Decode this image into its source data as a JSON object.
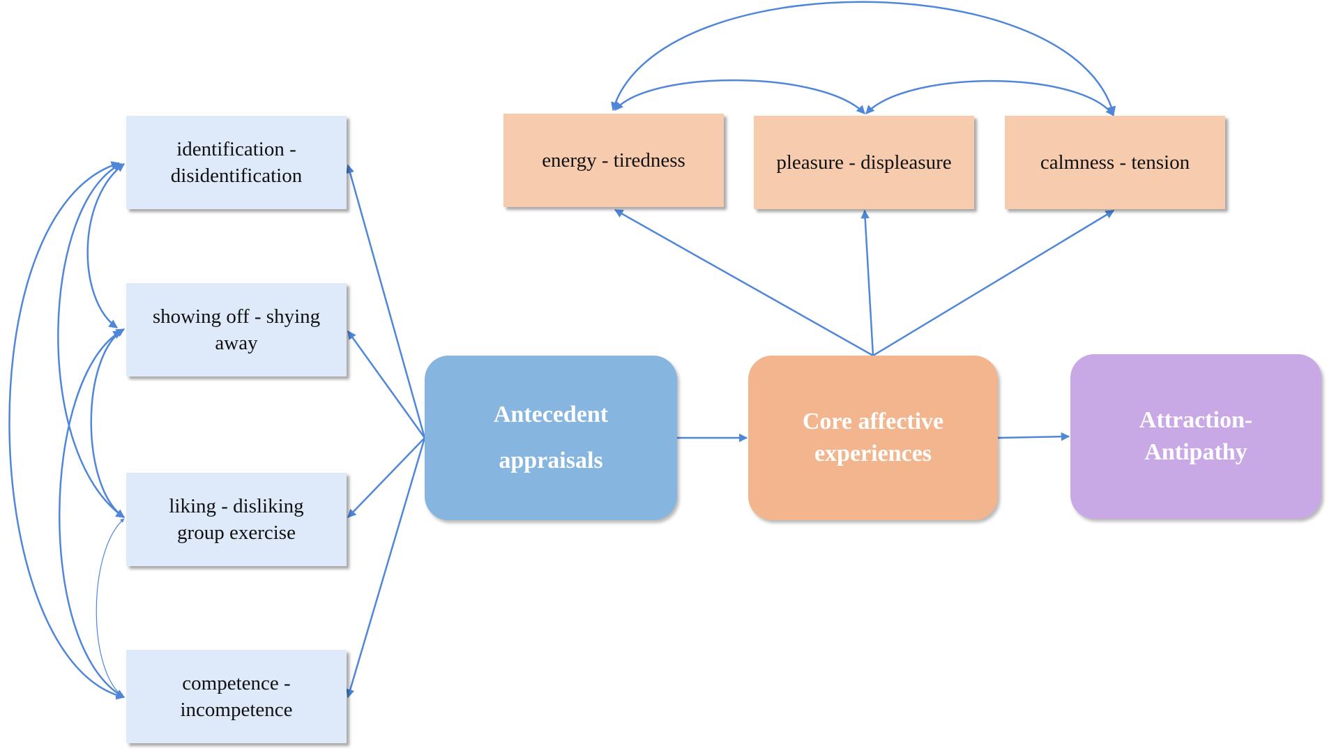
{
  "appraisals": [
    {
      "id": "identification",
      "label": "identification -\ndisidentification"
    },
    {
      "id": "showing-off",
      "label": "showing off -  shying\naway"
    },
    {
      "id": "liking",
      "label": "liking - disliking\ngroup exercise"
    },
    {
      "id": "competence",
      "label": "competence -\nincompetence"
    }
  ],
  "core_dimensions": [
    {
      "id": "energy",
      "label": "energy - tiredness"
    },
    {
      "id": "pleasure",
      "label": "pleasure - displeasure"
    },
    {
      "id": "calmness",
      "label": "calmness -  tension"
    }
  ],
  "hubs": {
    "antecedent": "Antecedent\nappraisals",
    "core": "Core affective\nexperiences",
    "attraction": "Attraction-\nAntipathy"
  },
  "colors": {
    "arrow": "#4f86d8",
    "appraisal_fill": "#dee9f9",
    "core_fill": "#f7ccae",
    "antecedent_fill": "#86b5e0",
    "core_hub_fill": "#f3b58d",
    "attraction_fill": "#c8a9e6"
  },
  "edges": [
    {
      "from": "antecedent",
      "to": "identification"
    },
    {
      "from": "antecedent",
      "to": "showing-off"
    },
    {
      "from": "antecedent",
      "to": "liking"
    },
    {
      "from": "antecedent",
      "to": "competence"
    },
    {
      "from": "antecedent",
      "to": "core"
    },
    {
      "from": "core",
      "to": "attraction"
    },
    {
      "from": "core",
      "to": "energy"
    },
    {
      "from": "core",
      "to": "pleasure"
    },
    {
      "from": "core",
      "to": "calmness"
    }
  ],
  "correlations": [
    {
      "a": "identification",
      "b": "showing-off"
    },
    {
      "a": "identification",
      "b": "liking"
    },
    {
      "a": "identification",
      "b": "competence"
    },
    {
      "a": "showing-off",
      "b": "liking"
    },
    {
      "a": "showing-off",
      "b": "competence"
    },
    {
      "a": "liking",
      "b": "competence"
    },
    {
      "a": "energy",
      "b": "pleasure"
    },
    {
      "a": "pleasure",
      "b": "calmness"
    },
    {
      "a": "energy",
      "b": "calmness"
    }
  ]
}
